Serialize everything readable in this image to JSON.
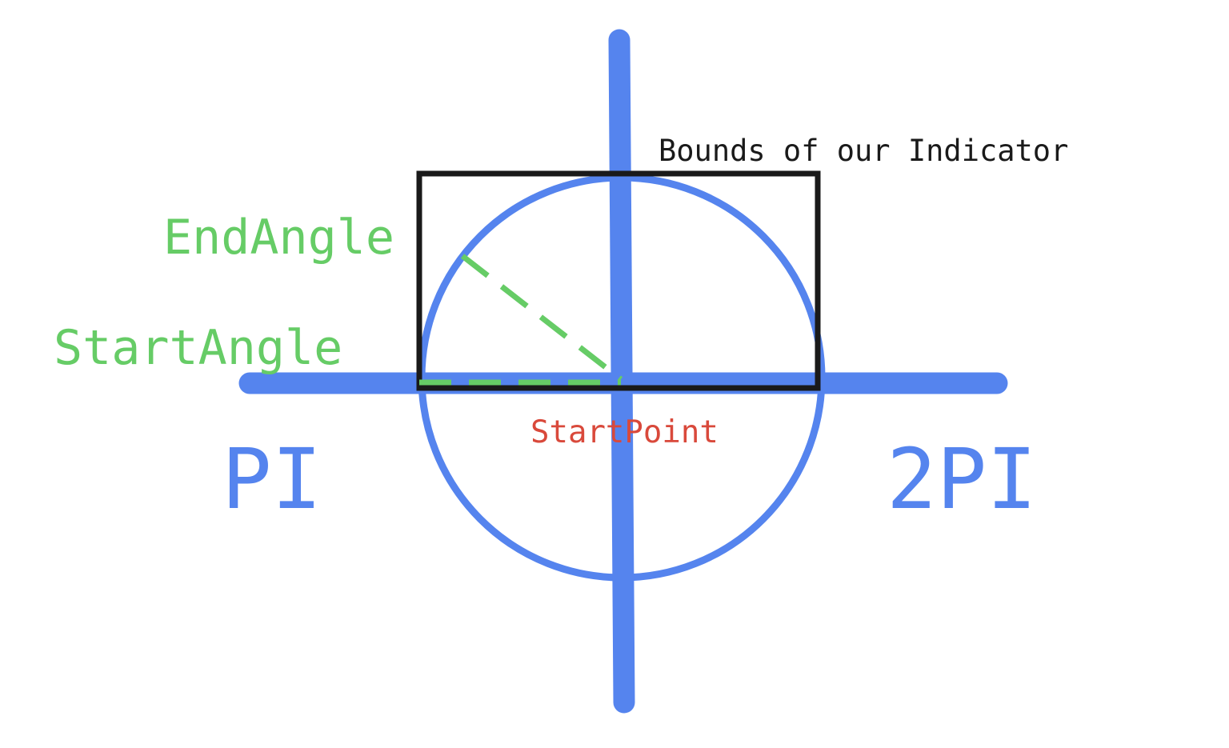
{
  "labels": {
    "bounds": "Bounds of our Indicator",
    "end_angle": "EndAngle",
    "start_angle": "StartAngle",
    "start_point": "StartPoint",
    "left_axis": "PI",
    "right_axis": "2PI"
  },
  "colors": {
    "axis": "#5584EE",
    "circle": "#5584EE",
    "bounds": "#1A1A1A",
    "angle": "#66CC66",
    "start_point": "#D9493B",
    "background": "#FFFFFF"
  }
}
